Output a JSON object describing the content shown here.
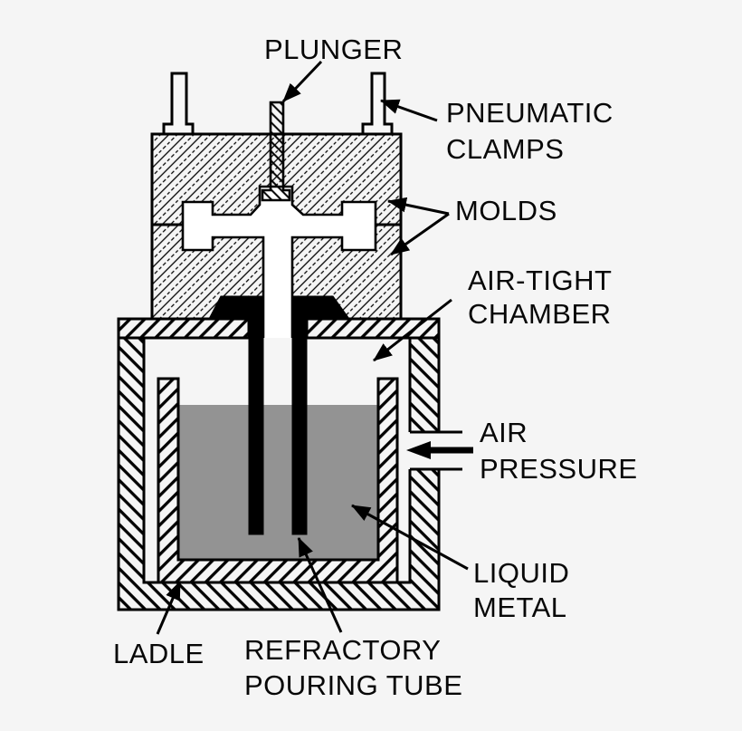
{
  "diagram": {
    "type": "technical-schematic",
    "subject": "low-pressure die casting machine cross-section"
  },
  "labels": {
    "plunger": "PLUNGER",
    "pneumatic_clamps": [
      "PNEUMATIC",
      "CLAMPS"
    ],
    "molds": "MOLDS",
    "air_tight_chamber": [
      "AIR-TIGHT",
      "CHAMBER"
    ],
    "air_pressure": [
      "AIR",
      "PRESSURE"
    ],
    "liquid_metal": [
      "LIQUID",
      "METAL"
    ],
    "ladle": "LADLE",
    "refractory_pouring_tube": [
      "REFRACTORY",
      "POURING TUBE"
    ]
  },
  "colors": {
    "background": "#f5f5f5",
    "line": "#000000",
    "liquid_metal": "#939393",
    "mold_cavity": "#ffffff",
    "clamp_fill": "#f7f7f7"
  }
}
